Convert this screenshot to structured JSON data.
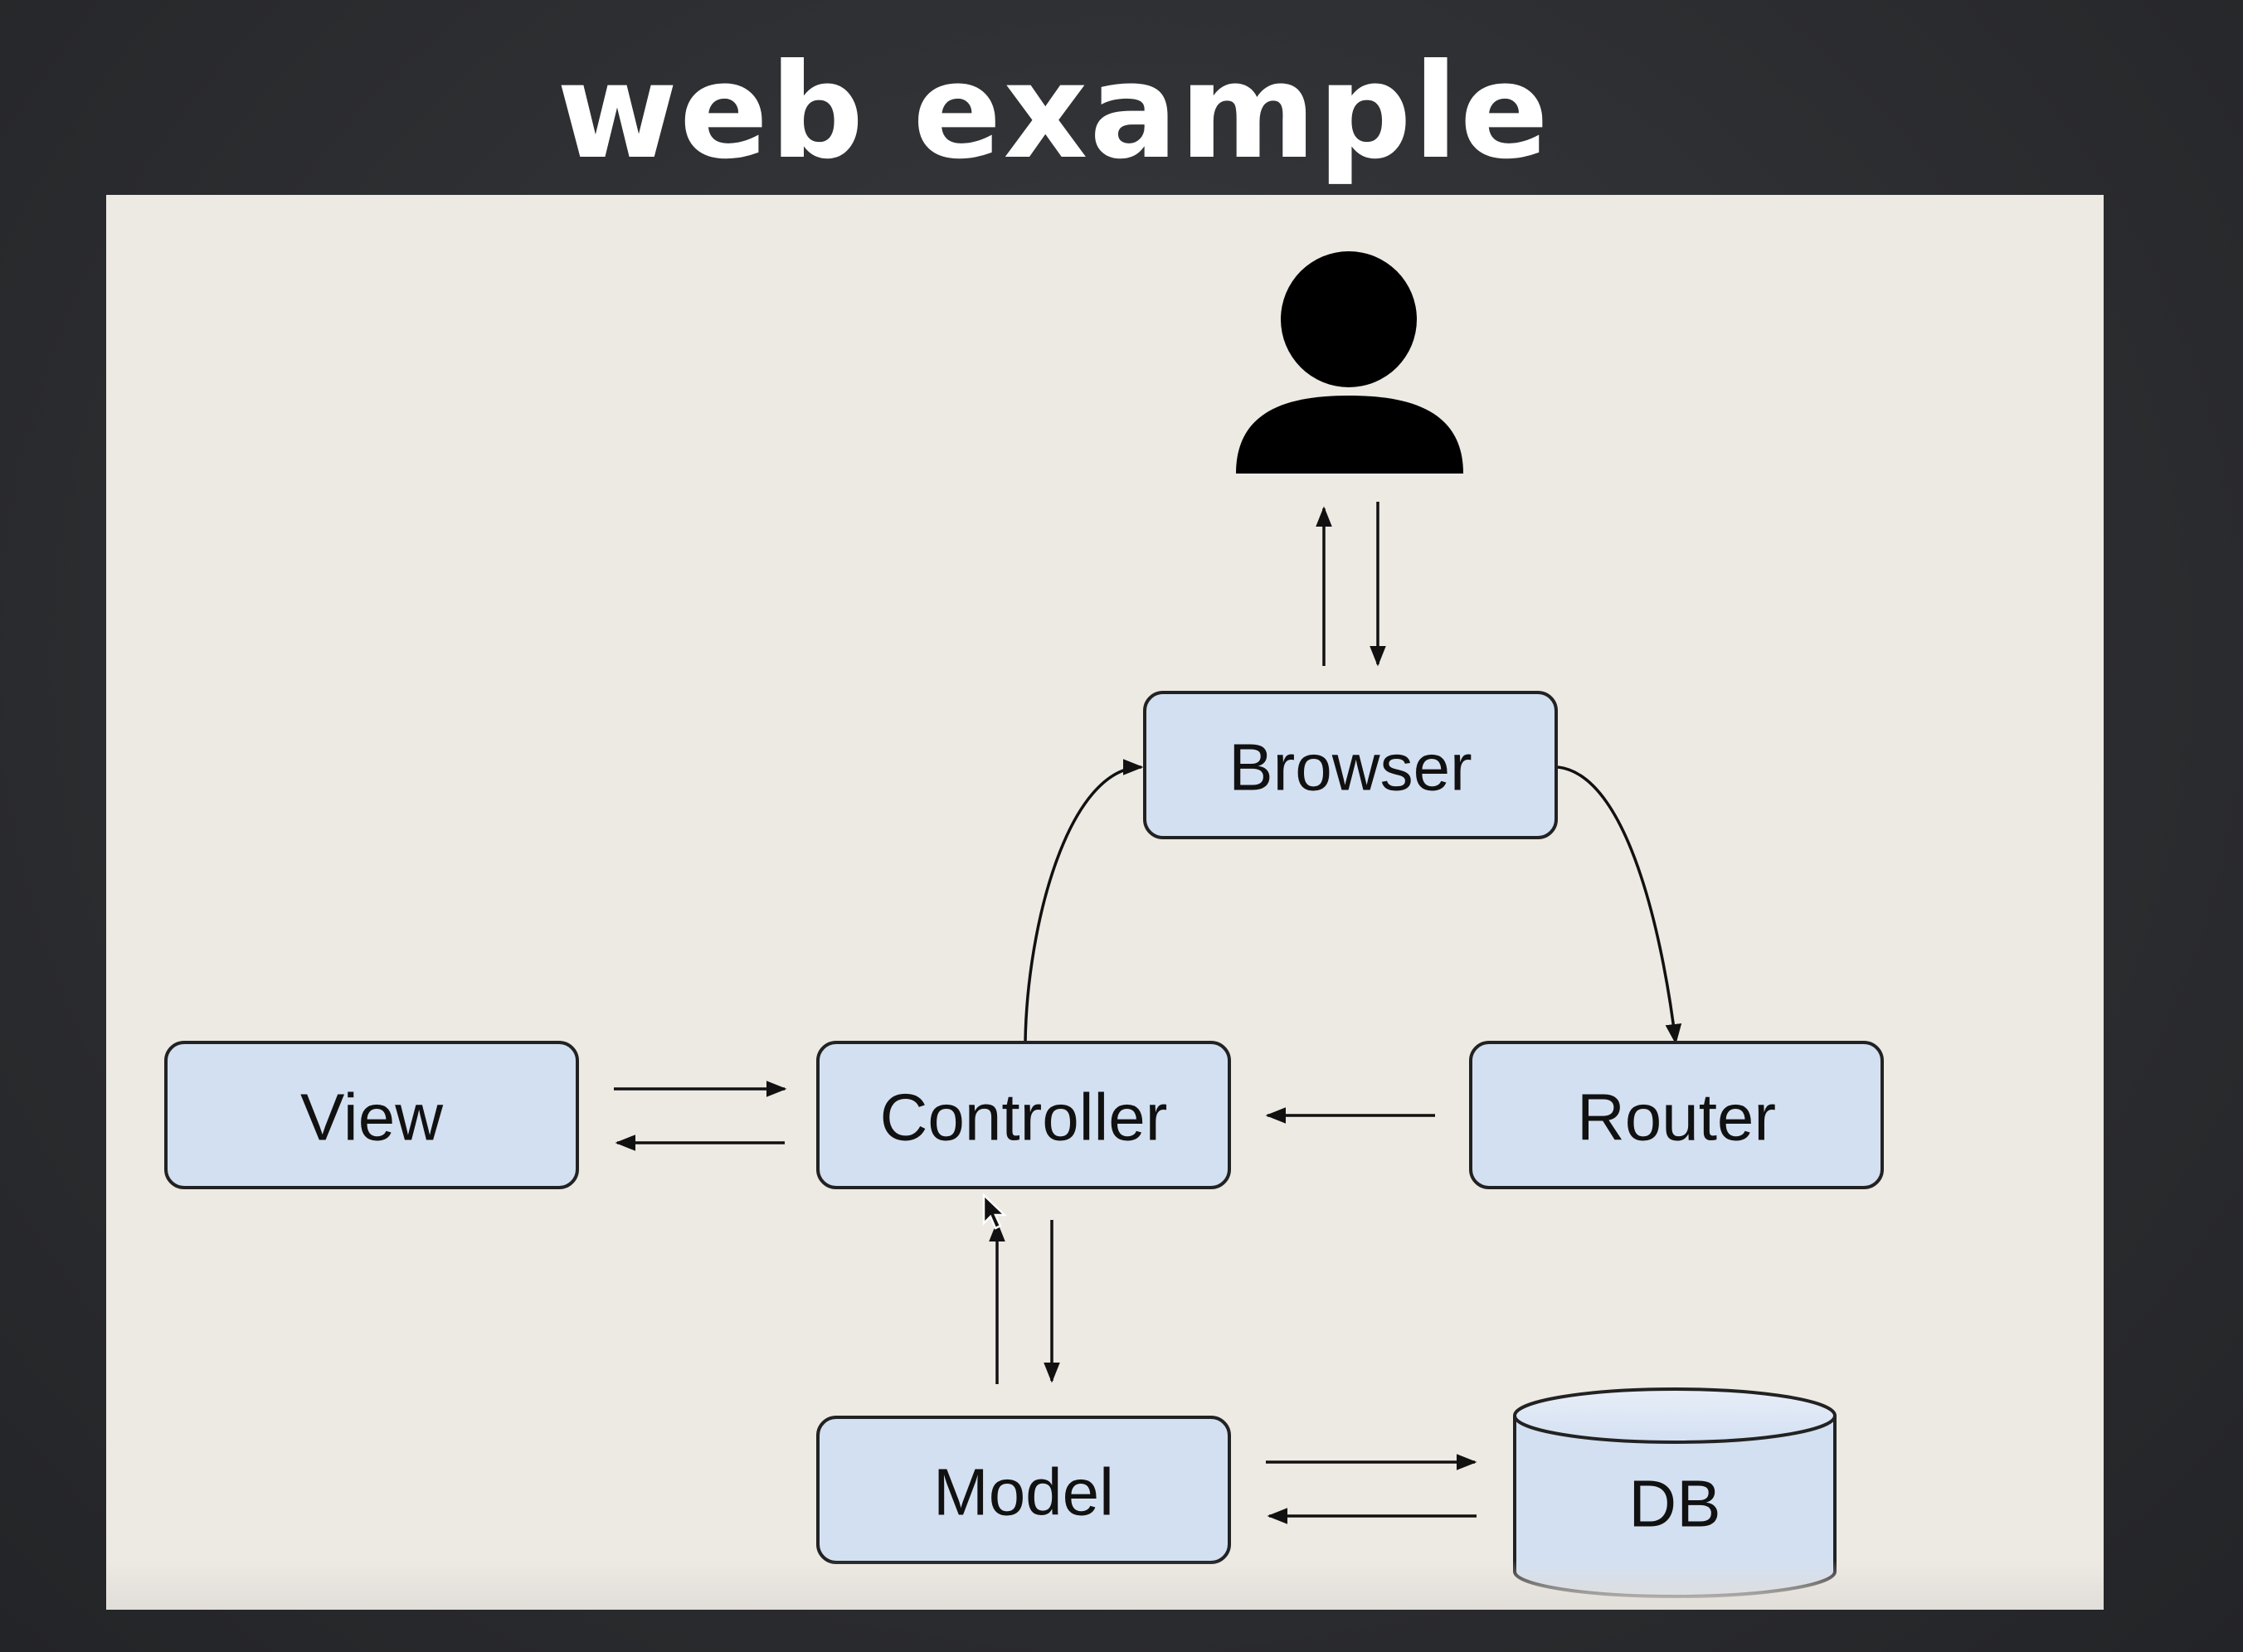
{
  "slide": {
    "title": "web example"
  },
  "diagram": {
    "nodes": {
      "browser": "Browser",
      "view": "View",
      "controller": "Controller",
      "router": "Router",
      "model": "Model",
      "db": "DB"
    },
    "icons": {
      "user": "person-icon",
      "cursor": "mouse-pointer-icon"
    },
    "colors": {
      "node_fill": "#d3e0f2",
      "panel_background": "#ede9e3",
      "slide_background": "#2c2d30"
    }
  }
}
